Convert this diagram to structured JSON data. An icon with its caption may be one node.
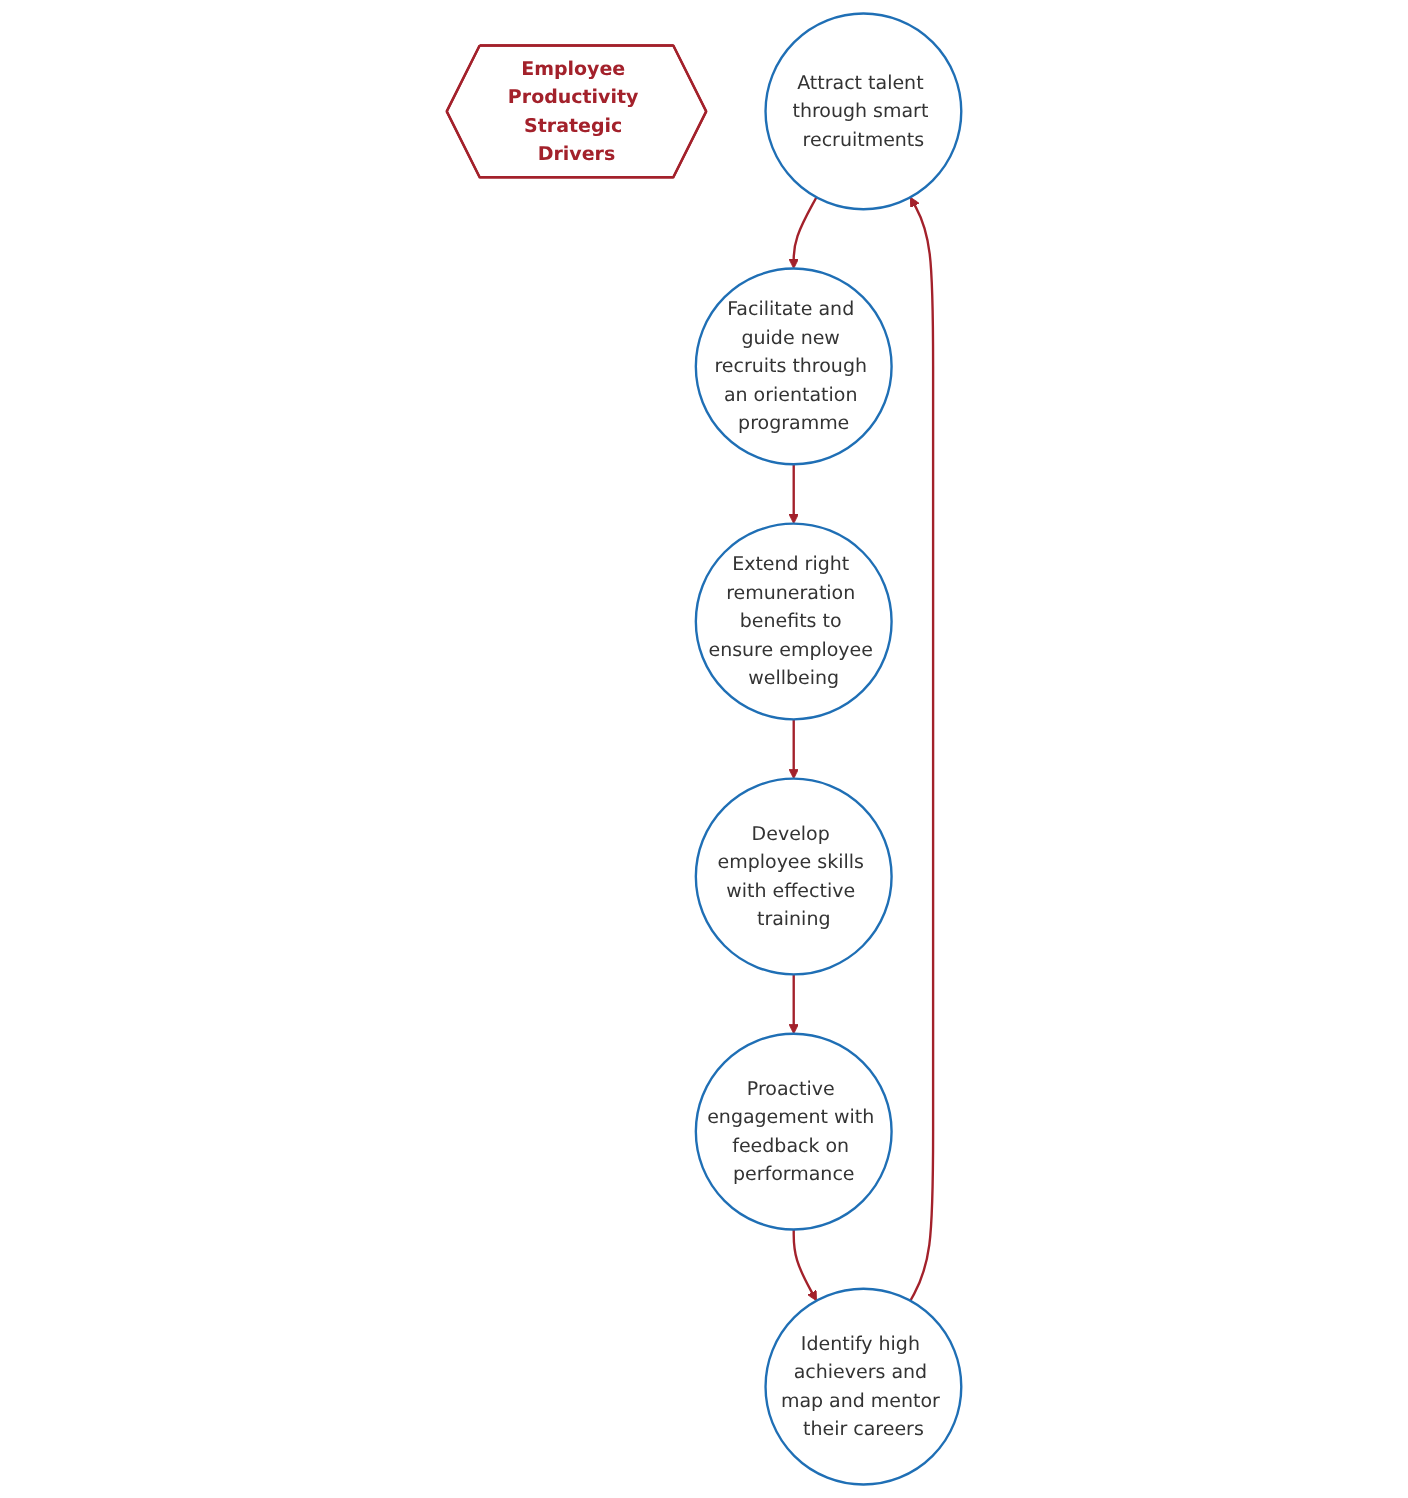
{
  "diagram": {
    "nodes": [
      {
        "text": [
          "Employee Productivity Strategic Drivers"
        ]
      },
      {
        "text": [
          "Attract talent through smart recruitments"
        ]
      },
      {
        "text": [
          "Identify high achievers and map and mentor their careers"
        ]
      },
      {
        "text": [
          "Facilitate and guide new recruits through an orientation programme"
        ]
      },
      {
        "text": [
          "Extend right remuneration benefits to ensure employee wellbeing"
        ]
      },
      {
        "text": [
          "Proactive engagement with feedback on performance"
        ]
      },
      {
        "text": [
          "Develop employee skills with effective training"
        ]
      }
    ],
    "edges": [
      {
        "from": 1,
        "to": 3,
        "arrow": "to"
      },
      {
        "from": 3,
        "to": 4,
        "arrow": "to"
      },
      {
        "from": 4,
        "to": 6,
        "arrow": "to"
      },
      {
        "from": 6,
        "to": 5,
        "arrow": "to"
      },
      {
        "from": 5,
        "to": 2,
        "arrow": "to"
      },
      {
        "from": 2,
        "to": 1,
        "arrow": "to"
      }
    ]
  }
}
